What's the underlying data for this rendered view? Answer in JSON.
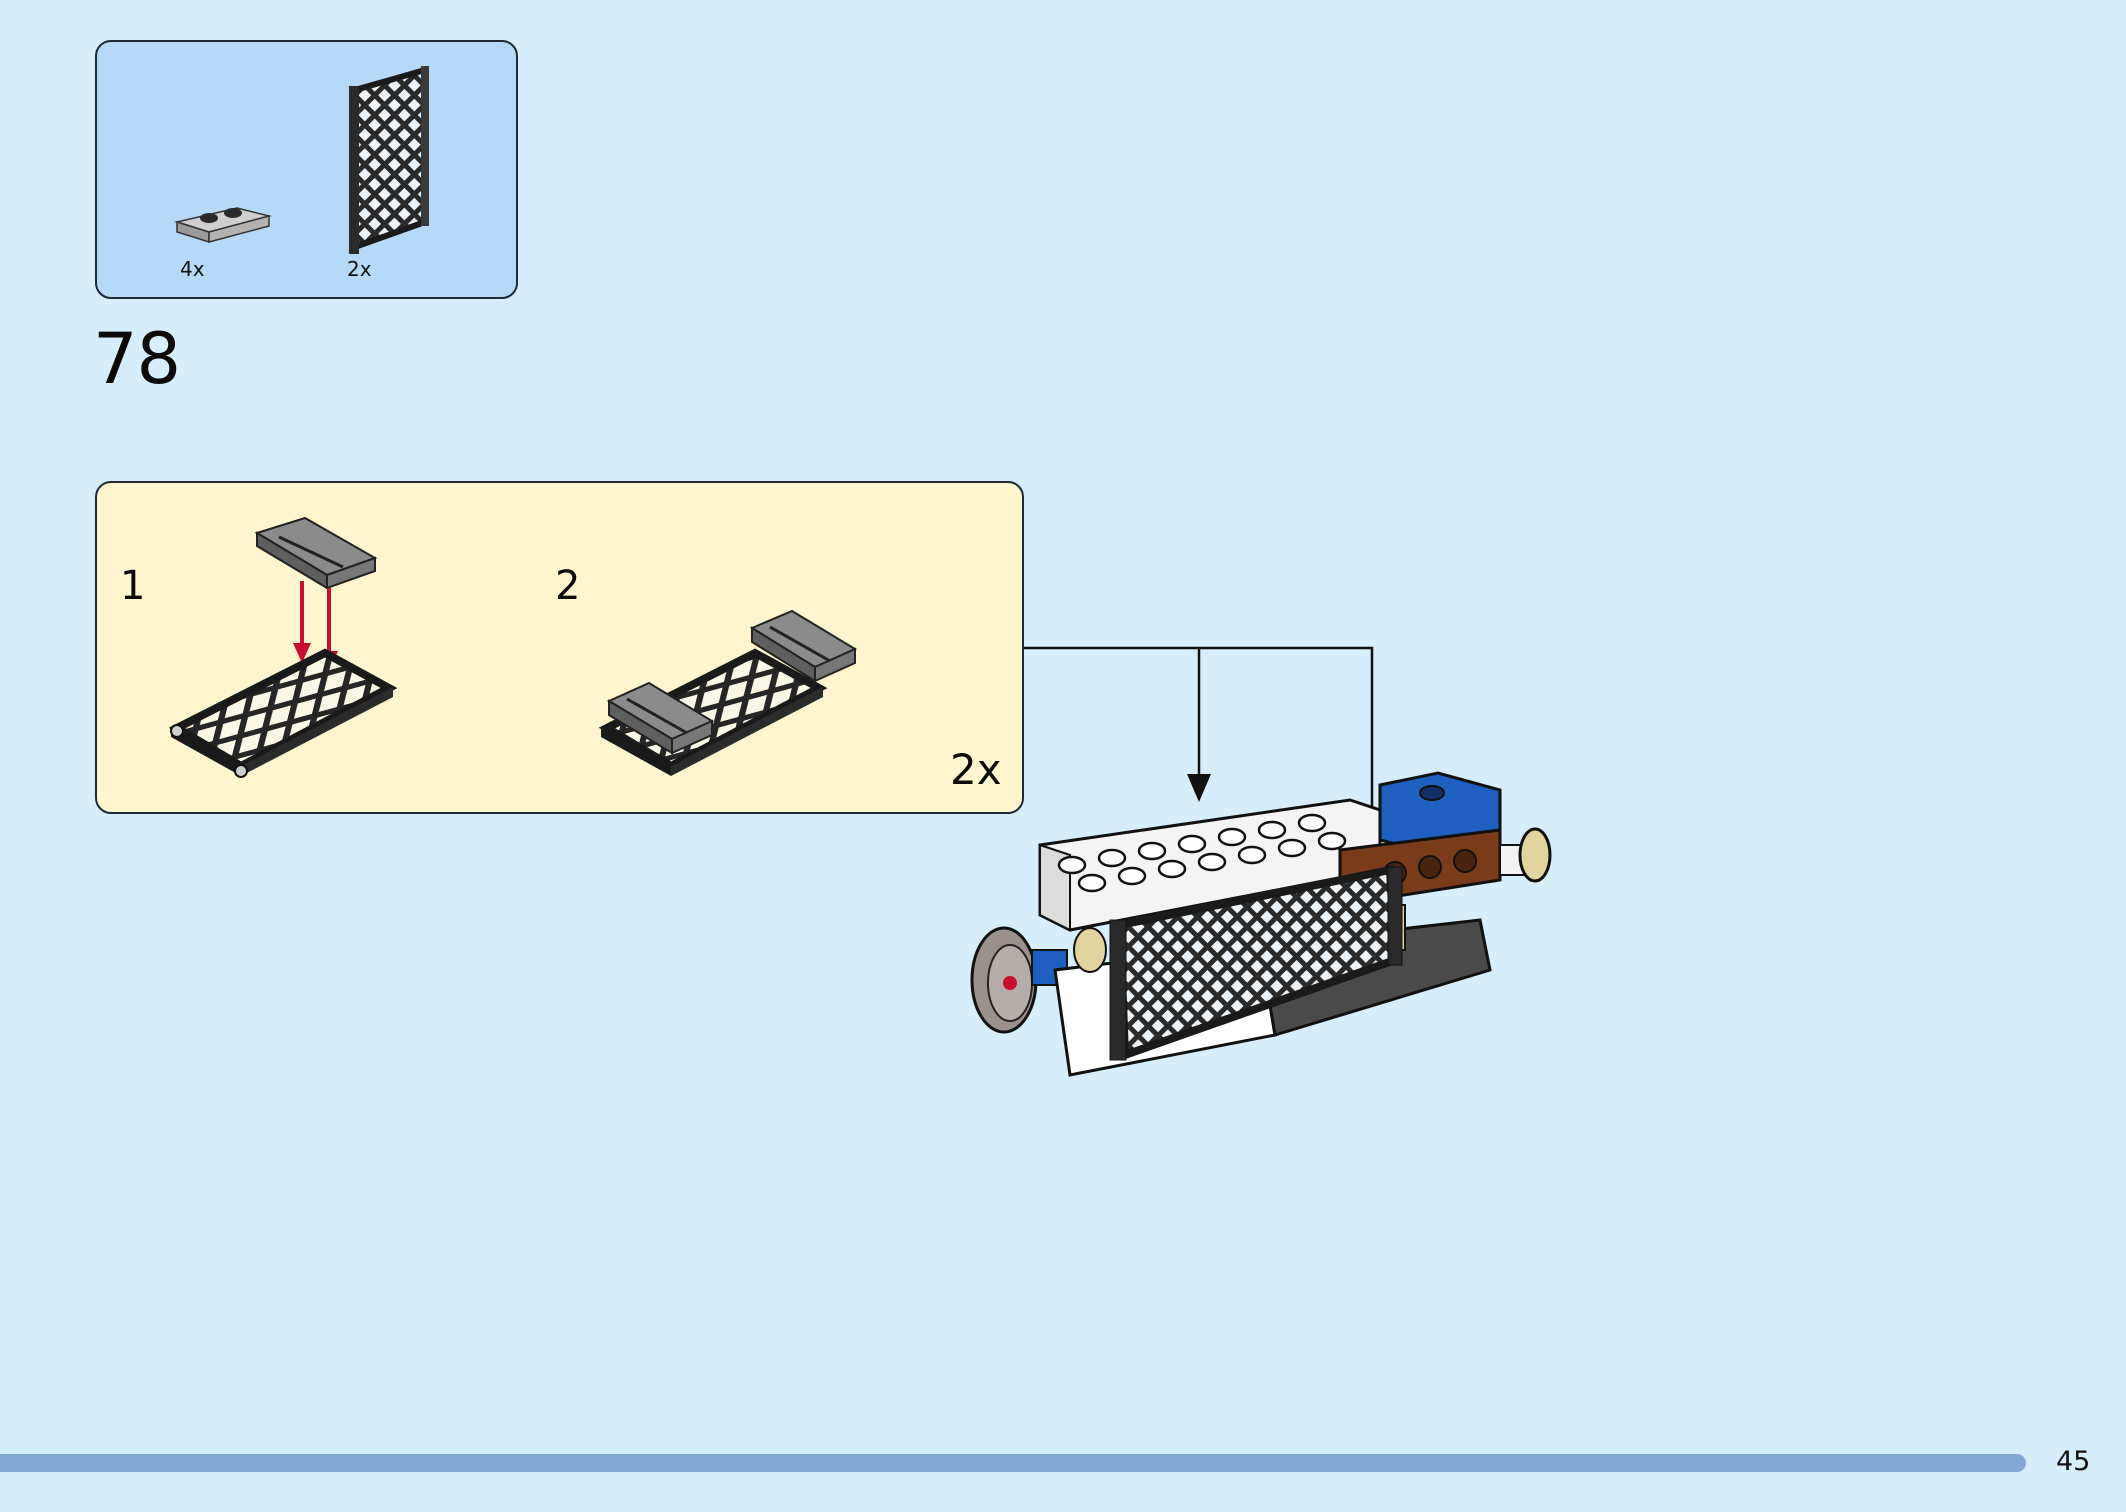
{
  "parts": [
    {
      "count": "4x",
      "icon": "plate-1x2-jumper-icon"
    },
    {
      "count": "2x",
      "icon": "lattice-fence-panel-icon"
    }
  ],
  "step": {
    "number": "78"
  },
  "subassembly": {
    "steps": [
      {
        "label": "1"
      },
      {
        "label": "2"
      }
    ],
    "multiplier": "2x"
  },
  "footer": {
    "page_number": "45"
  },
  "colors": {
    "background": "#d6edfb",
    "parts_box": "#b6d9f7",
    "subassembly_box": "#fff6cf",
    "page_bar": "#84a7d6",
    "arrow_red": "#c8102e",
    "brick_blue": "#1f5fbf",
    "brick_brown": "#7a3b1a",
    "brick_tan": "#e3d39e"
  }
}
